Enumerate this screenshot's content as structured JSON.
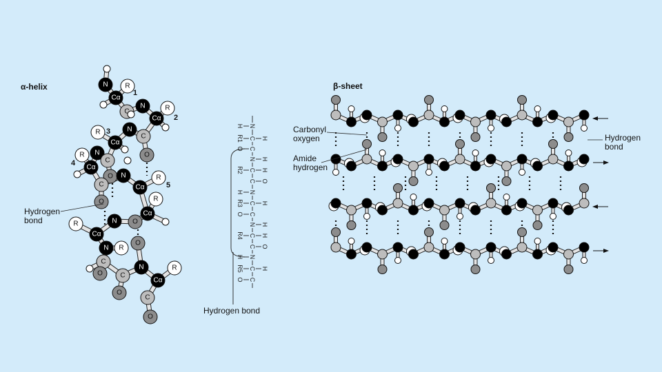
{
  "alpha_helix": {
    "title": "α-helix",
    "hydrogen_bond_label_line1": "Hydrogen",
    "hydrogen_bond_label_line2": "bond",
    "residue_numbers": [
      "1",
      "2",
      "3",
      "4",
      "5"
    ]
  },
  "chain": {
    "atoms": [
      "N",
      "C",
      "C",
      "N",
      "C",
      "C",
      "N",
      "C",
      "C",
      "N",
      "C",
      "C",
      "N",
      "C",
      "C"
    ],
    "left_groups": [
      "H",
      "R1",
      "O",
      "",
      "R2",
      "",
      "H",
      "R3",
      "O",
      "",
      "R4",
      "",
      "H",
      "R5",
      "O"
    ],
    "right_groups": [
      "",
      "H",
      "",
      "H",
      "H",
      "O",
      "",
      "H",
      "",
      "H",
      "H",
      "O",
      "",
      "H",
      ""
    ],
    "hydrogen_bond_label": "Hydrogen bond"
  },
  "beta_sheet": {
    "title": "β-sheet",
    "carbonyl_label_line1": "Carbonyl",
    "carbonyl_label_line2": "oxygen",
    "amide_label_line1": "Amide",
    "amide_label_line2": "hydrogen",
    "hbond_label_line1": "Hydrogen",
    "hbond_label_line2": "bond",
    "strand_directions": [
      "left",
      "right",
      "left",
      "right"
    ]
  },
  "atom_labels": {
    "N": "N",
    "R": "R",
    "O": "O",
    "C": "C",
    "Ca": "Cα"
  },
  "colors": {
    "background": "#d3ebfa",
    "nitrogen": "#000000",
    "carbon": "#bdbdbd",
    "oxygen": "#8c8c8c",
    "hydrogen": "#ffffff",
    "r_group": "#ffffff"
  }
}
